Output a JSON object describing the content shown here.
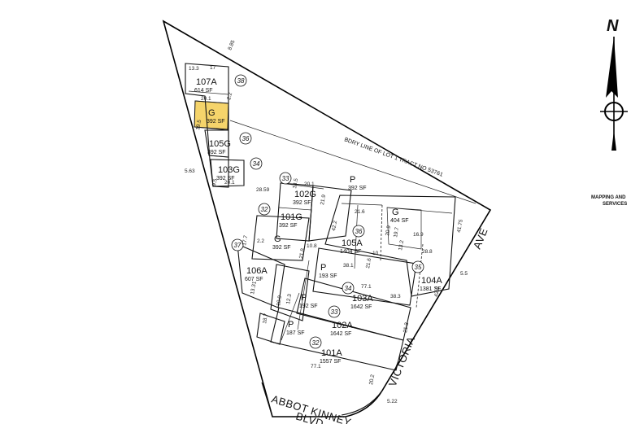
{
  "highlight_color": "#f5d46b",
  "north_label": "N",
  "branding": [
    "MAPPING AND",
    "SERVICES"
  ],
  "streets": {
    "abbot": "ABBOT KINNEY",
    "blvd": "BLVD",
    "victoria": "VICTORIA",
    "ave": "AVE"
  },
  "boundary_note": "BDRY LINE OF LOT 1 TRACT NO 53761",
  "units": [
    {
      "label": "107A",
      "sf": "614 SF",
      "circle": "38",
      "highlighted": false
    },
    {
      "label": "G",
      "sf": "392 SF",
      "circle": "",
      "highlighted": true
    },
    {
      "label": "105G",
      "sf": "392 SF",
      "circle": "36",
      "highlighted": false
    },
    {
      "label": "103G",
      "sf": "392 SF",
      "circle": "34",
      "highlighted": false
    },
    {
      "label": "102G",
      "sf": "392 SF",
      "circle": "33",
      "highlighted": false
    },
    {
      "label": "P",
      "sf": "392 SF",
      "circle": "",
      "highlighted": false
    },
    {
      "label": "101G",
      "sf": "392 SF",
      "circle": "32",
      "highlighted": false
    },
    {
      "label": "G",
      "sf": "392 SF",
      "circle": "",
      "highlighted": false
    },
    {
      "label": "106A",
      "sf": "607 SF",
      "circle": "37",
      "highlighted": false
    },
    {
      "label": "G",
      "sf": "404 SF",
      "circle": "",
      "highlighted": false
    },
    {
      "label": "105A",
      "sf": "1404 SF",
      "circle": "36",
      "highlighted": false
    },
    {
      "label": "104A",
      "sf": "1381 SF",
      "circle": "35",
      "highlighted": false
    },
    {
      "label": "P",
      "sf": "193 SF",
      "circle": "",
      "highlighted": false
    },
    {
      "label": "103A",
      "sf": "1642 SF",
      "circle": "34",
      "highlighted": false
    },
    {
      "label": "P",
      "sf": "192 SF",
      "circle": "",
      "highlighted": false
    },
    {
      "label": "102A",
      "sf": "1642 SF",
      "circle": "33",
      "highlighted": false
    },
    {
      "label": "P",
      "sf": "187 SF",
      "circle": "",
      "highlighted": false
    },
    {
      "label": "101A",
      "sf": "1557 SF",
      "circle": "32",
      "highlighted": false
    }
  ],
  "dimensions": [
    "8.85",
    "13.3",
    "17",
    "20.1",
    "2.2",
    "19.5",
    "5.63",
    "20.1",
    "9.5",
    "28.59",
    "18.5",
    "20.1",
    "21.6",
    "21.9",
    "42.2",
    "19.7",
    "20.9",
    "16.9",
    "28.8",
    "41.75",
    "5.5",
    "42.2",
    "38.1",
    "77.1",
    "38.3",
    "21.6",
    "21.3",
    "77.1",
    "20.2",
    "5.22",
    "10.8",
    "10",
    "13.2",
    "17.7",
    "13.31",
    "2.2",
    "21.8",
    "18.7",
    "10.9",
    "12.3"
  ]
}
